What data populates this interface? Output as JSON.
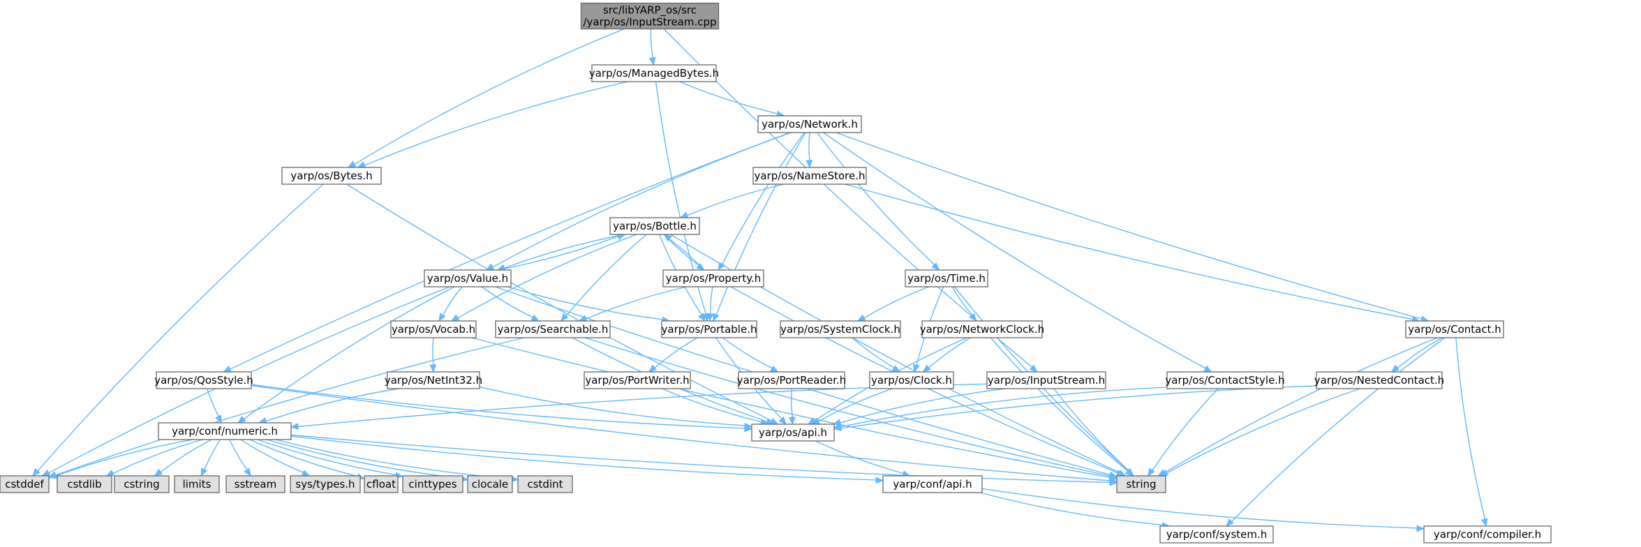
{
  "graph": {
    "nodes": [
      {
        "id": "root",
        "label": [
          "src/libYARP_os/src",
          "/yarp/os/InputStream.cpp"
        ],
        "kind": "root"
      },
      {
        "id": "managedbytes",
        "label": [
          "yarp/os/ManagedBytes.h"
        ],
        "kind": "header"
      },
      {
        "id": "bytes",
        "label": [
          "yarp/os/Bytes.h"
        ],
        "kind": "header"
      },
      {
        "id": "network",
        "label": [
          "yarp/os/Network.h"
        ],
        "kind": "header"
      },
      {
        "id": "namestore",
        "label": [
          "yarp/os/NameStore.h"
        ],
        "kind": "header"
      },
      {
        "id": "bottle",
        "label": [
          "yarp/os/Bottle.h"
        ],
        "kind": "header"
      },
      {
        "id": "value",
        "label": [
          "yarp/os/Value.h"
        ],
        "kind": "header"
      },
      {
        "id": "property",
        "label": [
          "yarp/os/Property.h"
        ],
        "kind": "header"
      },
      {
        "id": "time",
        "label": [
          "yarp/os/Time.h"
        ],
        "kind": "header"
      },
      {
        "id": "vocab",
        "label": [
          "yarp/os/Vocab.h"
        ],
        "kind": "header"
      },
      {
        "id": "searchable",
        "label": [
          "yarp/os/Searchable.h"
        ],
        "kind": "header"
      },
      {
        "id": "portable",
        "label": [
          "yarp/os/Portable.h"
        ],
        "kind": "header"
      },
      {
        "id": "systemclock",
        "label": [
          "yarp/os/SystemClock.h"
        ],
        "kind": "header"
      },
      {
        "id": "networkclock",
        "label": [
          "yarp/os/NetworkClock.h"
        ],
        "kind": "header"
      },
      {
        "id": "contact",
        "label": [
          "yarp/os/Contact.h"
        ],
        "kind": "header"
      },
      {
        "id": "qosstyle",
        "label": [
          "yarp/os/QosStyle.h"
        ],
        "kind": "header"
      },
      {
        "id": "netint32",
        "label": [
          "yarp/os/NetInt32.h"
        ],
        "kind": "header"
      },
      {
        "id": "portwriter",
        "label": [
          "yarp/os/PortWriter.h"
        ],
        "kind": "header"
      },
      {
        "id": "portreader",
        "label": [
          "yarp/os/PortReader.h"
        ],
        "kind": "header"
      },
      {
        "id": "clock",
        "label": [
          "yarp/os/Clock.h"
        ],
        "kind": "header"
      },
      {
        "id": "inputstream",
        "label": [
          "yarp/os/InputStream.h"
        ],
        "kind": "header"
      },
      {
        "id": "contactstyle",
        "label": [
          "yarp/os/ContactStyle.h"
        ],
        "kind": "header"
      },
      {
        "id": "nestedcontact",
        "label": [
          "yarp/os/NestedContact.h"
        ],
        "kind": "header"
      },
      {
        "id": "numeric",
        "label": [
          "yarp/conf/numeric.h"
        ],
        "kind": "header"
      },
      {
        "id": "osapi",
        "label": [
          "yarp/os/api.h"
        ],
        "kind": "header"
      },
      {
        "id": "cstddef",
        "label": [
          "cstddef"
        ],
        "kind": "system"
      },
      {
        "id": "cstdlib",
        "label": [
          "cstdlib"
        ],
        "kind": "system"
      },
      {
        "id": "cstring",
        "label": [
          "cstring"
        ],
        "kind": "system"
      },
      {
        "id": "limits",
        "label": [
          "limits"
        ],
        "kind": "system"
      },
      {
        "id": "sstream",
        "label": [
          "sstream"
        ],
        "kind": "system"
      },
      {
        "id": "systypes",
        "label": [
          "sys/types.h"
        ],
        "kind": "system"
      },
      {
        "id": "cfloat",
        "label": [
          "cfloat"
        ],
        "kind": "system"
      },
      {
        "id": "cinttypes",
        "label": [
          "cinttypes"
        ],
        "kind": "system"
      },
      {
        "id": "clocale",
        "label": [
          "clocale"
        ],
        "kind": "system"
      },
      {
        "id": "cstdint",
        "label": [
          "cstdint"
        ],
        "kind": "system"
      },
      {
        "id": "string",
        "label": [
          "string"
        ],
        "kind": "system"
      },
      {
        "id": "confapi",
        "label": [
          "yarp/conf/api.h"
        ],
        "kind": "header"
      },
      {
        "id": "confsystem",
        "label": [
          "yarp/conf/system.h"
        ],
        "kind": "header"
      },
      {
        "id": "confcompiler",
        "label": [
          "yarp/conf/compiler.h"
        ],
        "kind": "header"
      }
    ],
    "edges": [
      {
        "from": "root",
        "to": "managedbytes"
      },
      {
        "from": "root",
        "to": "bytes"
      },
      {
        "from": "root",
        "to": "inputstream"
      },
      {
        "from": "managedbytes",
        "to": "bytes"
      },
      {
        "from": "managedbytes",
        "to": "network"
      },
      {
        "from": "managedbytes",
        "to": "portable"
      },
      {
        "from": "bytes",
        "to": "cstddef"
      },
      {
        "from": "bytes",
        "to": "osapi"
      },
      {
        "from": "network",
        "to": "namestore"
      },
      {
        "from": "network",
        "to": "value"
      },
      {
        "from": "network",
        "to": "property"
      },
      {
        "from": "network",
        "to": "portable"
      },
      {
        "from": "network",
        "to": "time"
      },
      {
        "from": "network",
        "to": "contact"
      },
      {
        "from": "network",
        "to": "qosstyle"
      },
      {
        "from": "network",
        "to": "contactstyle"
      },
      {
        "from": "namestore",
        "to": "bottle"
      },
      {
        "from": "namestore",
        "to": "contact"
      },
      {
        "from": "bottle",
        "to": "value"
      },
      {
        "from": "bottle",
        "to": "property"
      },
      {
        "from": "bottle",
        "to": "portable"
      },
      {
        "from": "bottle",
        "to": "searchable"
      },
      {
        "from": "bottle",
        "to": "vocab"
      },
      {
        "from": "bottle",
        "to": "string"
      },
      {
        "from": "value",
        "to": "bottle"
      },
      {
        "from": "value",
        "to": "vocab"
      },
      {
        "from": "value",
        "to": "searchable"
      },
      {
        "from": "value",
        "to": "portable"
      },
      {
        "from": "value",
        "to": "cstddef"
      },
      {
        "from": "value",
        "to": "numeric"
      },
      {
        "from": "value",
        "to": "string"
      },
      {
        "from": "property",
        "to": "bottle"
      },
      {
        "from": "property",
        "to": "searchable"
      },
      {
        "from": "property",
        "to": "portable"
      },
      {
        "from": "property",
        "to": "string"
      },
      {
        "from": "time",
        "to": "systemclock"
      },
      {
        "from": "time",
        "to": "networkclock"
      },
      {
        "from": "time",
        "to": "clock"
      },
      {
        "from": "time",
        "to": "string"
      },
      {
        "from": "vocab",
        "to": "netint32"
      },
      {
        "from": "vocab",
        "to": "string"
      },
      {
        "from": "searchable",
        "to": "cstddef"
      },
      {
        "from": "searchable",
        "to": "osapi"
      },
      {
        "from": "searchable",
        "to": "string"
      },
      {
        "from": "portable",
        "to": "portwriter"
      },
      {
        "from": "portable",
        "to": "portreader"
      },
      {
        "from": "portable",
        "to": "osapi"
      },
      {
        "from": "systemclock",
        "to": "clock"
      },
      {
        "from": "networkclock",
        "to": "clock"
      },
      {
        "from": "networkclock",
        "to": "osapi"
      },
      {
        "from": "networkclock",
        "to": "string"
      },
      {
        "from": "contact",
        "to": "nestedcontact"
      },
      {
        "from": "contact",
        "to": "string"
      },
      {
        "from": "contact",
        "to": "confsystem"
      },
      {
        "from": "contact",
        "to": "confcompiler"
      },
      {
        "from": "qosstyle",
        "to": "numeric"
      },
      {
        "from": "qosstyle",
        "to": "osapi"
      },
      {
        "from": "qosstyle",
        "to": "string"
      },
      {
        "from": "netint32",
        "to": "numeric"
      },
      {
        "from": "netint32",
        "to": "osapi"
      },
      {
        "from": "portwriter",
        "to": "osapi"
      },
      {
        "from": "portreader",
        "to": "osapi"
      },
      {
        "from": "clock",
        "to": "osapi"
      },
      {
        "from": "inputstream",
        "to": "numeric"
      },
      {
        "from": "inputstream",
        "to": "osapi"
      },
      {
        "from": "inputstream",
        "to": "string"
      },
      {
        "from": "contactstyle",
        "to": "osapi"
      },
      {
        "from": "contactstyle",
        "to": "string"
      },
      {
        "from": "nestedcontact",
        "to": "osapi"
      },
      {
        "from": "nestedcontact",
        "to": "string"
      },
      {
        "from": "numeric",
        "to": "cstddef"
      },
      {
        "from": "numeric",
        "to": "cstdlib"
      },
      {
        "from": "numeric",
        "to": "cstring"
      },
      {
        "from": "numeric",
        "to": "limits"
      },
      {
        "from": "numeric",
        "to": "sstream"
      },
      {
        "from": "numeric",
        "to": "systypes"
      },
      {
        "from": "numeric",
        "to": "cfloat"
      },
      {
        "from": "numeric",
        "to": "cinttypes"
      },
      {
        "from": "numeric",
        "to": "clocale"
      },
      {
        "from": "numeric",
        "to": "cstdint"
      },
      {
        "from": "numeric",
        "to": "string"
      },
      {
        "from": "numeric",
        "to": "confapi"
      },
      {
        "from": "osapi",
        "to": "confapi"
      },
      {
        "from": "confapi",
        "to": "confsystem"
      },
      {
        "from": "confapi",
        "to": "confcompiler"
      }
    ],
    "colors": {
      "edge": "#63b8ff",
      "root_fill": "#999999",
      "header_fill": "#ffffff",
      "system_fill": "#e0e0e0",
      "border": "#666666"
    }
  }
}
